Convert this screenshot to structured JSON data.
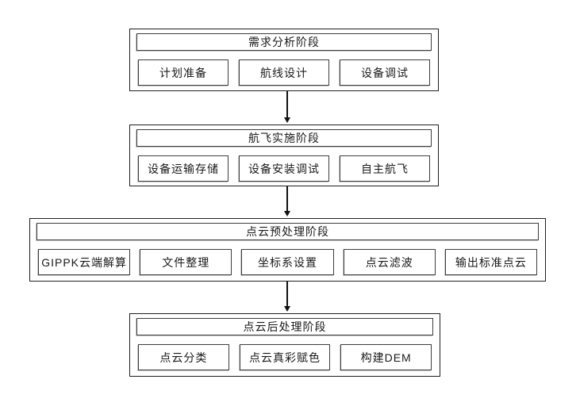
{
  "diagram": {
    "type": "flowchart",
    "background_color": "#ffffff",
    "border_color": "#1f1f1f",
    "inner_border_color": "#3d3d3d",
    "text_color": "#1a1a1a",
    "arrow_color": "#111111",
    "stages": [
      {
        "title": "需求分析阶段",
        "tasks": [
          "计划准备",
          "航线设计",
          "设备调试"
        ]
      },
      {
        "title": "航飞实施阶段",
        "tasks": [
          "设备运输存储",
          "设备安装调试",
          "自主航飞"
        ]
      },
      {
        "title": "点云预处理阶段",
        "tasks": [
          "GIPPK云端解算",
          "文件整理",
          "坐标系设置",
          "点云滤波",
          "输出标准点云"
        ]
      },
      {
        "title": "点云后处理阶段",
        "tasks": [
          "点云分类",
          "点云真彩赋色",
          "构建DEM"
        ]
      }
    ]
  }
}
